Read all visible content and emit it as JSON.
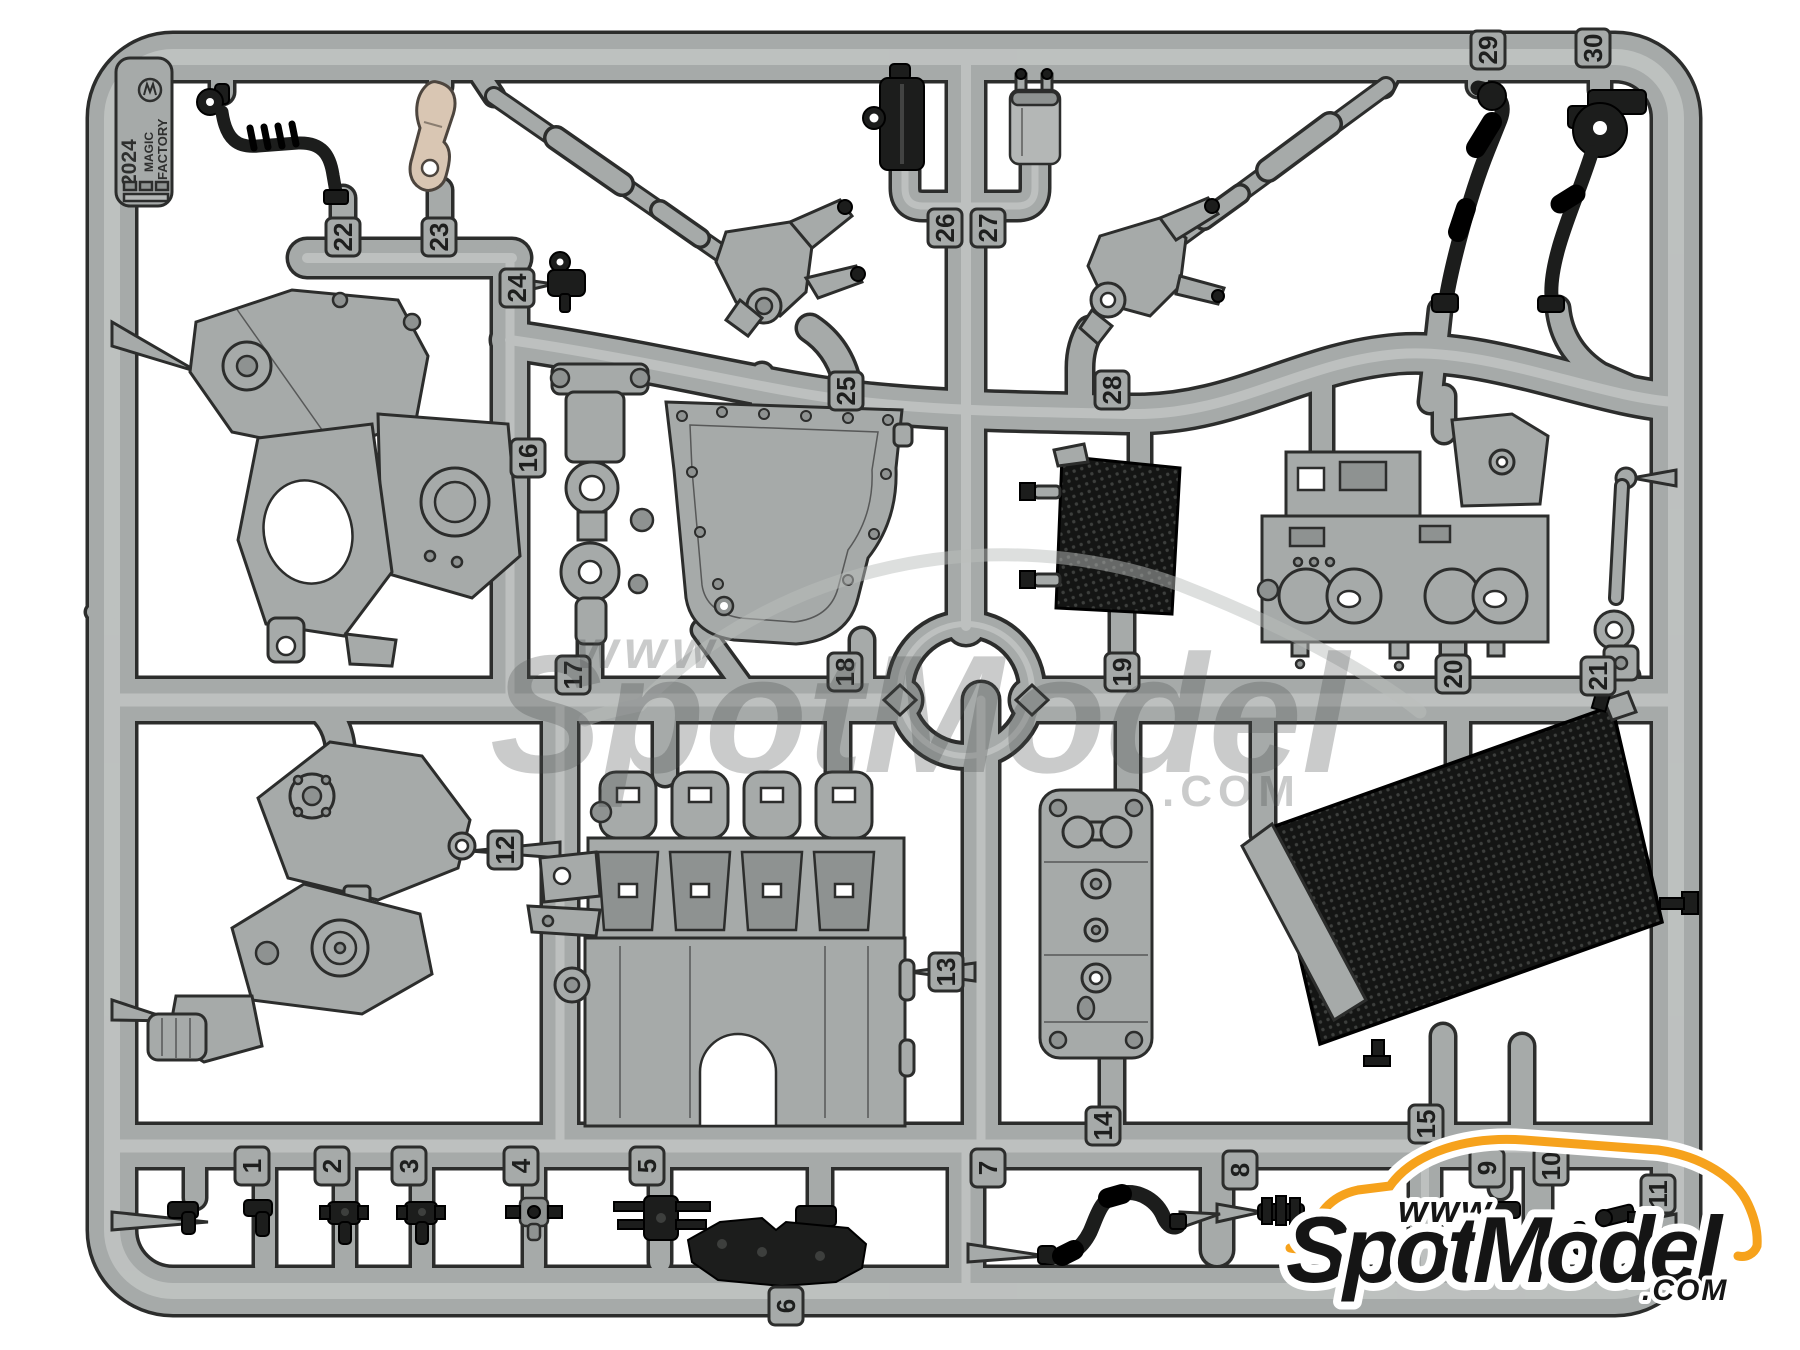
{
  "brand_tag": {
    "year": "2024",
    "line1": "MAGIC",
    "line2": "FACTORY"
  },
  "watermark": {
    "prefix": "www",
    "name": "SpotModel",
    "suffix": ".COM"
  },
  "logo": {
    "prefix": "www",
    "name": "SpotModel",
    "suffix": ".COM"
  },
  "parts": [
    {
      "label": "1"
    },
    {
      "label": "2"
    },
    {
      "label": "3"
    },
    {
      "label": "4"
    },
    {
      "label": "5"
    },
    {
      "label": "6"
    },
    {
      "label": "7"
    },
    {
      "label": "8"
    },
    {
      "label": "9"
    },
    {
      "label": "10"
    },
    {
      "label": "11"
    },
    {
      "label": "12"
    },
    {
      "label": "13"
    },
    {
      "label": "14"
    },
    {
      "label": "15"
    },
    {
      "label": "16"
    },
    {
      "label": "17"
    },
    {
      "label": "18"
    },
    {
      "label": "19"
    },
    {
      "label": "20"
    },
    {
      "label": "21"
    },
    {
      "label": "22"
    },
    {
      "label": "23"
    },
    {
      "label": "24"
    },
    {
      "label": "25"
    },
    {
      "label": "26"
    },
    {
      "label": "27"
    },
    {
      "label": "28"
    },
    {
      "label": "29"
    },
    {
      "label": "30"
    }
  ],
  "colors": {
    "background": "#ffffff",
    "plastic_gray": "#a6aaa9",
    "plastic_outline": "#2c2d2c",
    "black_plastic": "#1c1d1c",
    "beige_plastic": "#d9c6b3",
    "watermark_gray": "#8f9493",
    "logo_black": "#151515",
    "logo_orange": "#f6a21c"
  }
}
